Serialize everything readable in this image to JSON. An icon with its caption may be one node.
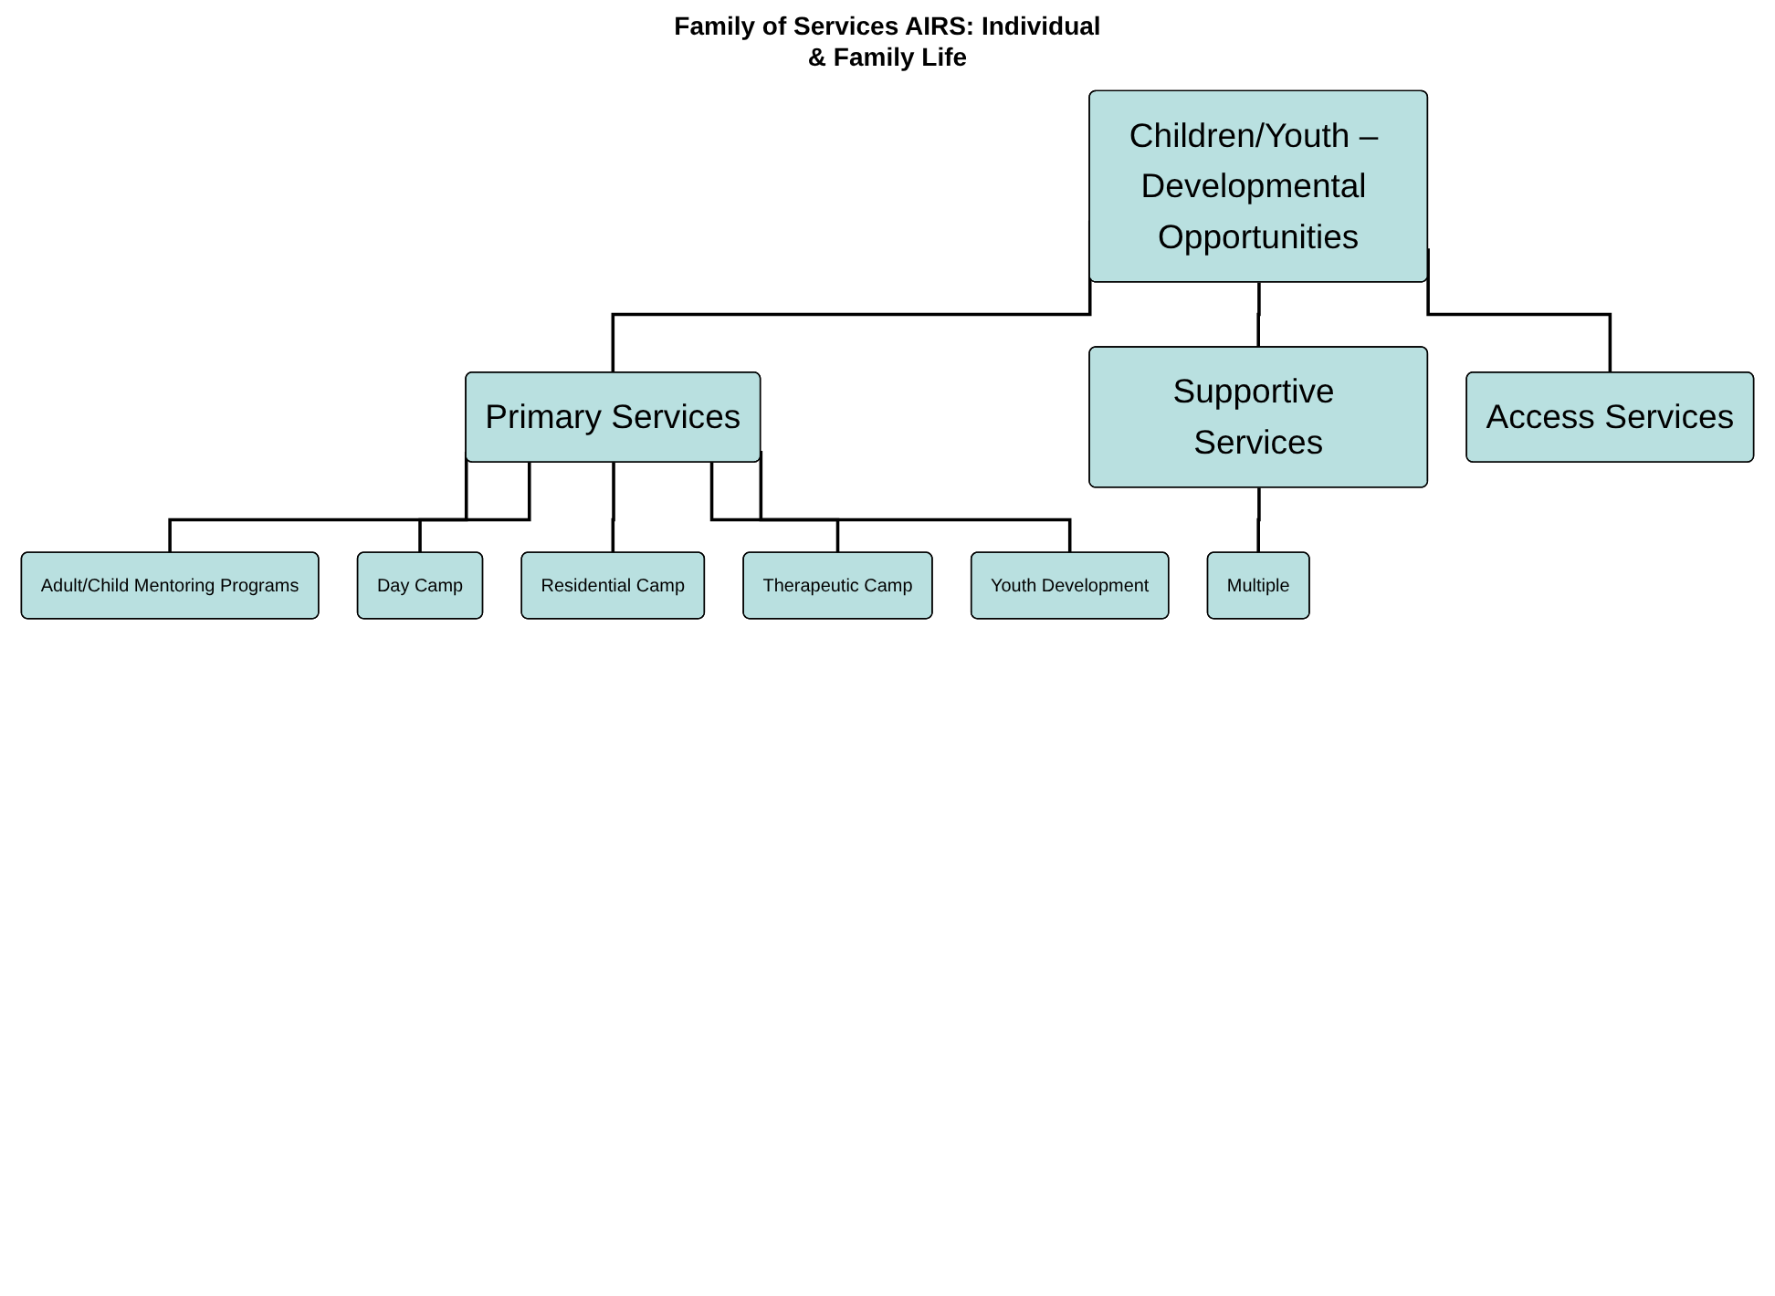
{
  "diagram": {
    "title": "Family of Services AIRS: Individual & Family Life",
    "nodes": [
      {
        "text": [
          "Children/Youth – Developmental Opportunities"
        ]
      },
      {
        "text": [
          "Primary Services"
        ]
      },
      {
        "text": [
          "Supportive Services"
        ]
      },
      {
        "text": [
          "Access Services"
        ]
      },
      {
        "text": [
          "Adult/Child Mentoring Programs"
        ]
      },
      {
        "text": [
          "Day Camp"
        ]
      },
      {
        "text": [
          "Residential Camp"
        ]
      },
      {
        "text": [
          "Therapeutic Camp"
        ]
      },
      {
        "text": [
          "Youth Development"
        ]
      },
      {
        "text": [
          "Multiple"
        ]
      }
    ],
    "edges": [
      {
        "from": 0,
        "to": 1,
        "arrow": "none"
      },
      {
        "from": 0,
        "to": 2,
        "arrow": "none"
      },
      {
        "from": 0,
        "to": 3,
        "arrow": "none"
      },
      {
        "from": 1,
        "to": 4,
        "arrow": "none"
      },
      {
        "from": 1,
        "to": 5,
        "arrow": "none"
      },
      {
        "from": 1,
        "to": 6,
        "arrow": "none"
      },
      {
        "from": 1,
        "to": 7,
        "arrow": "none"
      },
      {
        "from": 1,
        "to": 8,
        "arrow": "none"
      },
      {
        "from": 2,
        "to": 9,
        "arrow": "none"
      }
    ]
  }
}
